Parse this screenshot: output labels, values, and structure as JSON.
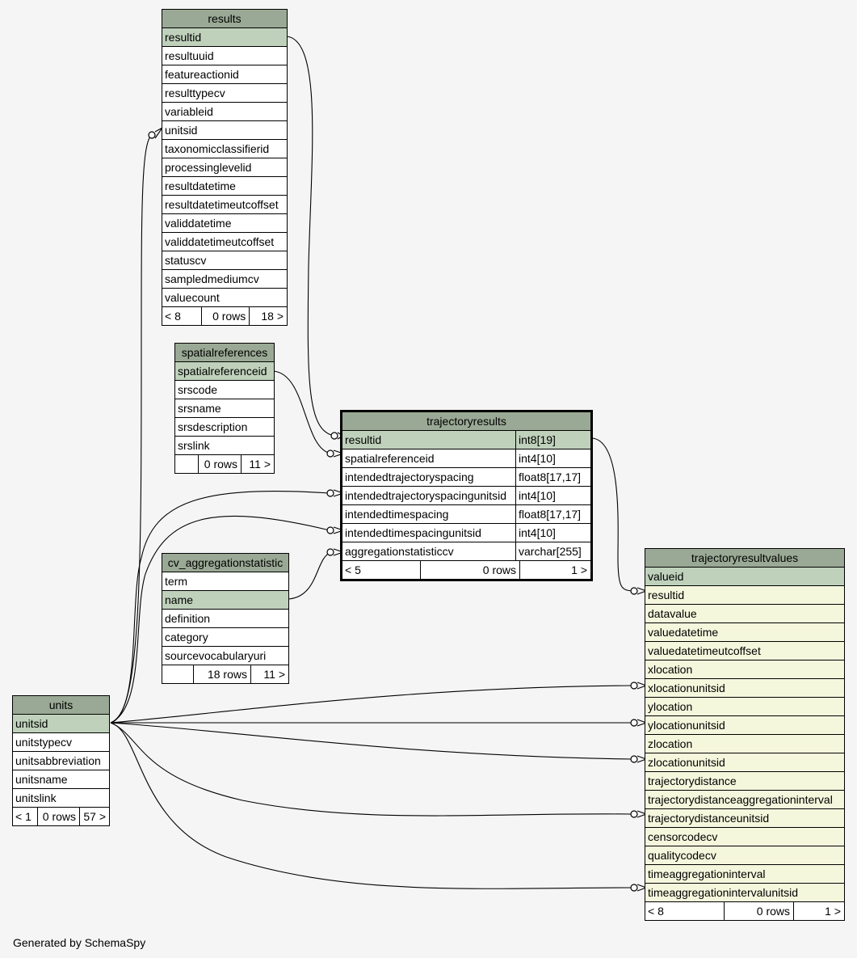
{
  "footer_text": "Generated by SchemaSpy",
  "tables": {
    "results": {
      "name": "results",
      "columns": [
        "resultid",
        "resultuuid",
        "featureactionid",
        "resulttypecv",
        "variableid",
        "unitsid",
        "taxonomicclassifierid",
        "processinglevelid",
        "resultdatetime",
        "resultdatetimeutcoffset",
        "validdatetime",
        "validdatetimeutcoffset",
        "statuscv",
        "sampledmediumcv",
        "valuecount"
      ],
      "footer": {
        "left": "< 8",
        "mid": "0 rows",
        "right": "18 >"
      }
    },
    "spatialreferences": {
      "name": "spatialreferences",
      "columns": [
        "spatialreferenceid",
        "srscode",
        "srsname",
        "srsdescription",
        "srslink"
      ],
      "footer": {
        "left": "",
        "mid": "0 rows",
        "right": "11 >"
      }
    },
    "trajectoryresults": {
      "name": "trajectoryresults",
      "columns": [
        "resultid",
        "spatialreferenceid",
        "intendedtrajectoryspacing",
        "intendedtrajectoryspacingunitsid",
        "intendedtimespacing",
        "intendedtimespacingunitsid",
        "aggregationstatisticcv"
      ],
      "types": [
        "int8[19]",
        "int4[10]",
        "float8[17,17]",
        "int4[10]",
        "float8[17,17]",
        "int4[10]",
        "varchar[255]"
      ],
      "footer": {
        "left": "< 5",
        "mid": "0 rows",
        "right": "1 >"
      }
    },
    "cv_aggregationstatistic": {
      "name": "cv_aggregationstatistic",
      "columns": [
        "term",
        "name",
        "definition",
        "category",
        "sourcevocabularyuri"
      ],
      "footer": {
        "left": "",
        "mid": "18 rows",
        "right": "11 >"
      }
    },
    "units": {
      "name": "units",
      "columns": [
        "unitsid",
        "unitstypecv",
        "unitsabbreviation",
        "unitsname",
        "unitslink"
      ],
      "footer": {
        "left": "< 1",
        "mid": "0 rows",
        "right": "57 >"
      }
    },
    "trajectoryresultvalues": {
      "name": "trajectoryresultvalues",
      "columns": [
        "valueid",
        "resultid",
        "datavalue",
        "valuedatetime",
        "valuedatetimeutcoffset",
        "xlocation",
        "xlocationunitsid",
        "ylocation",
        "ylocationunitsid",
        "zlocation",
        "zlocationunitsid",
        "trajectorydistance",
        "trajectorydistanceaggregationinterval",
        "trajectorydistanceunitsid",
        "censorcodecv",
        "qualitycodecv",
        "timeaggregationinterval",
        "timeaggregationintervalunitsid"
      ],
      "footer": {
        "left": "< 8",
        "mid": "0 rows",
        "right": "1 >"
      }
    }
  }
}
